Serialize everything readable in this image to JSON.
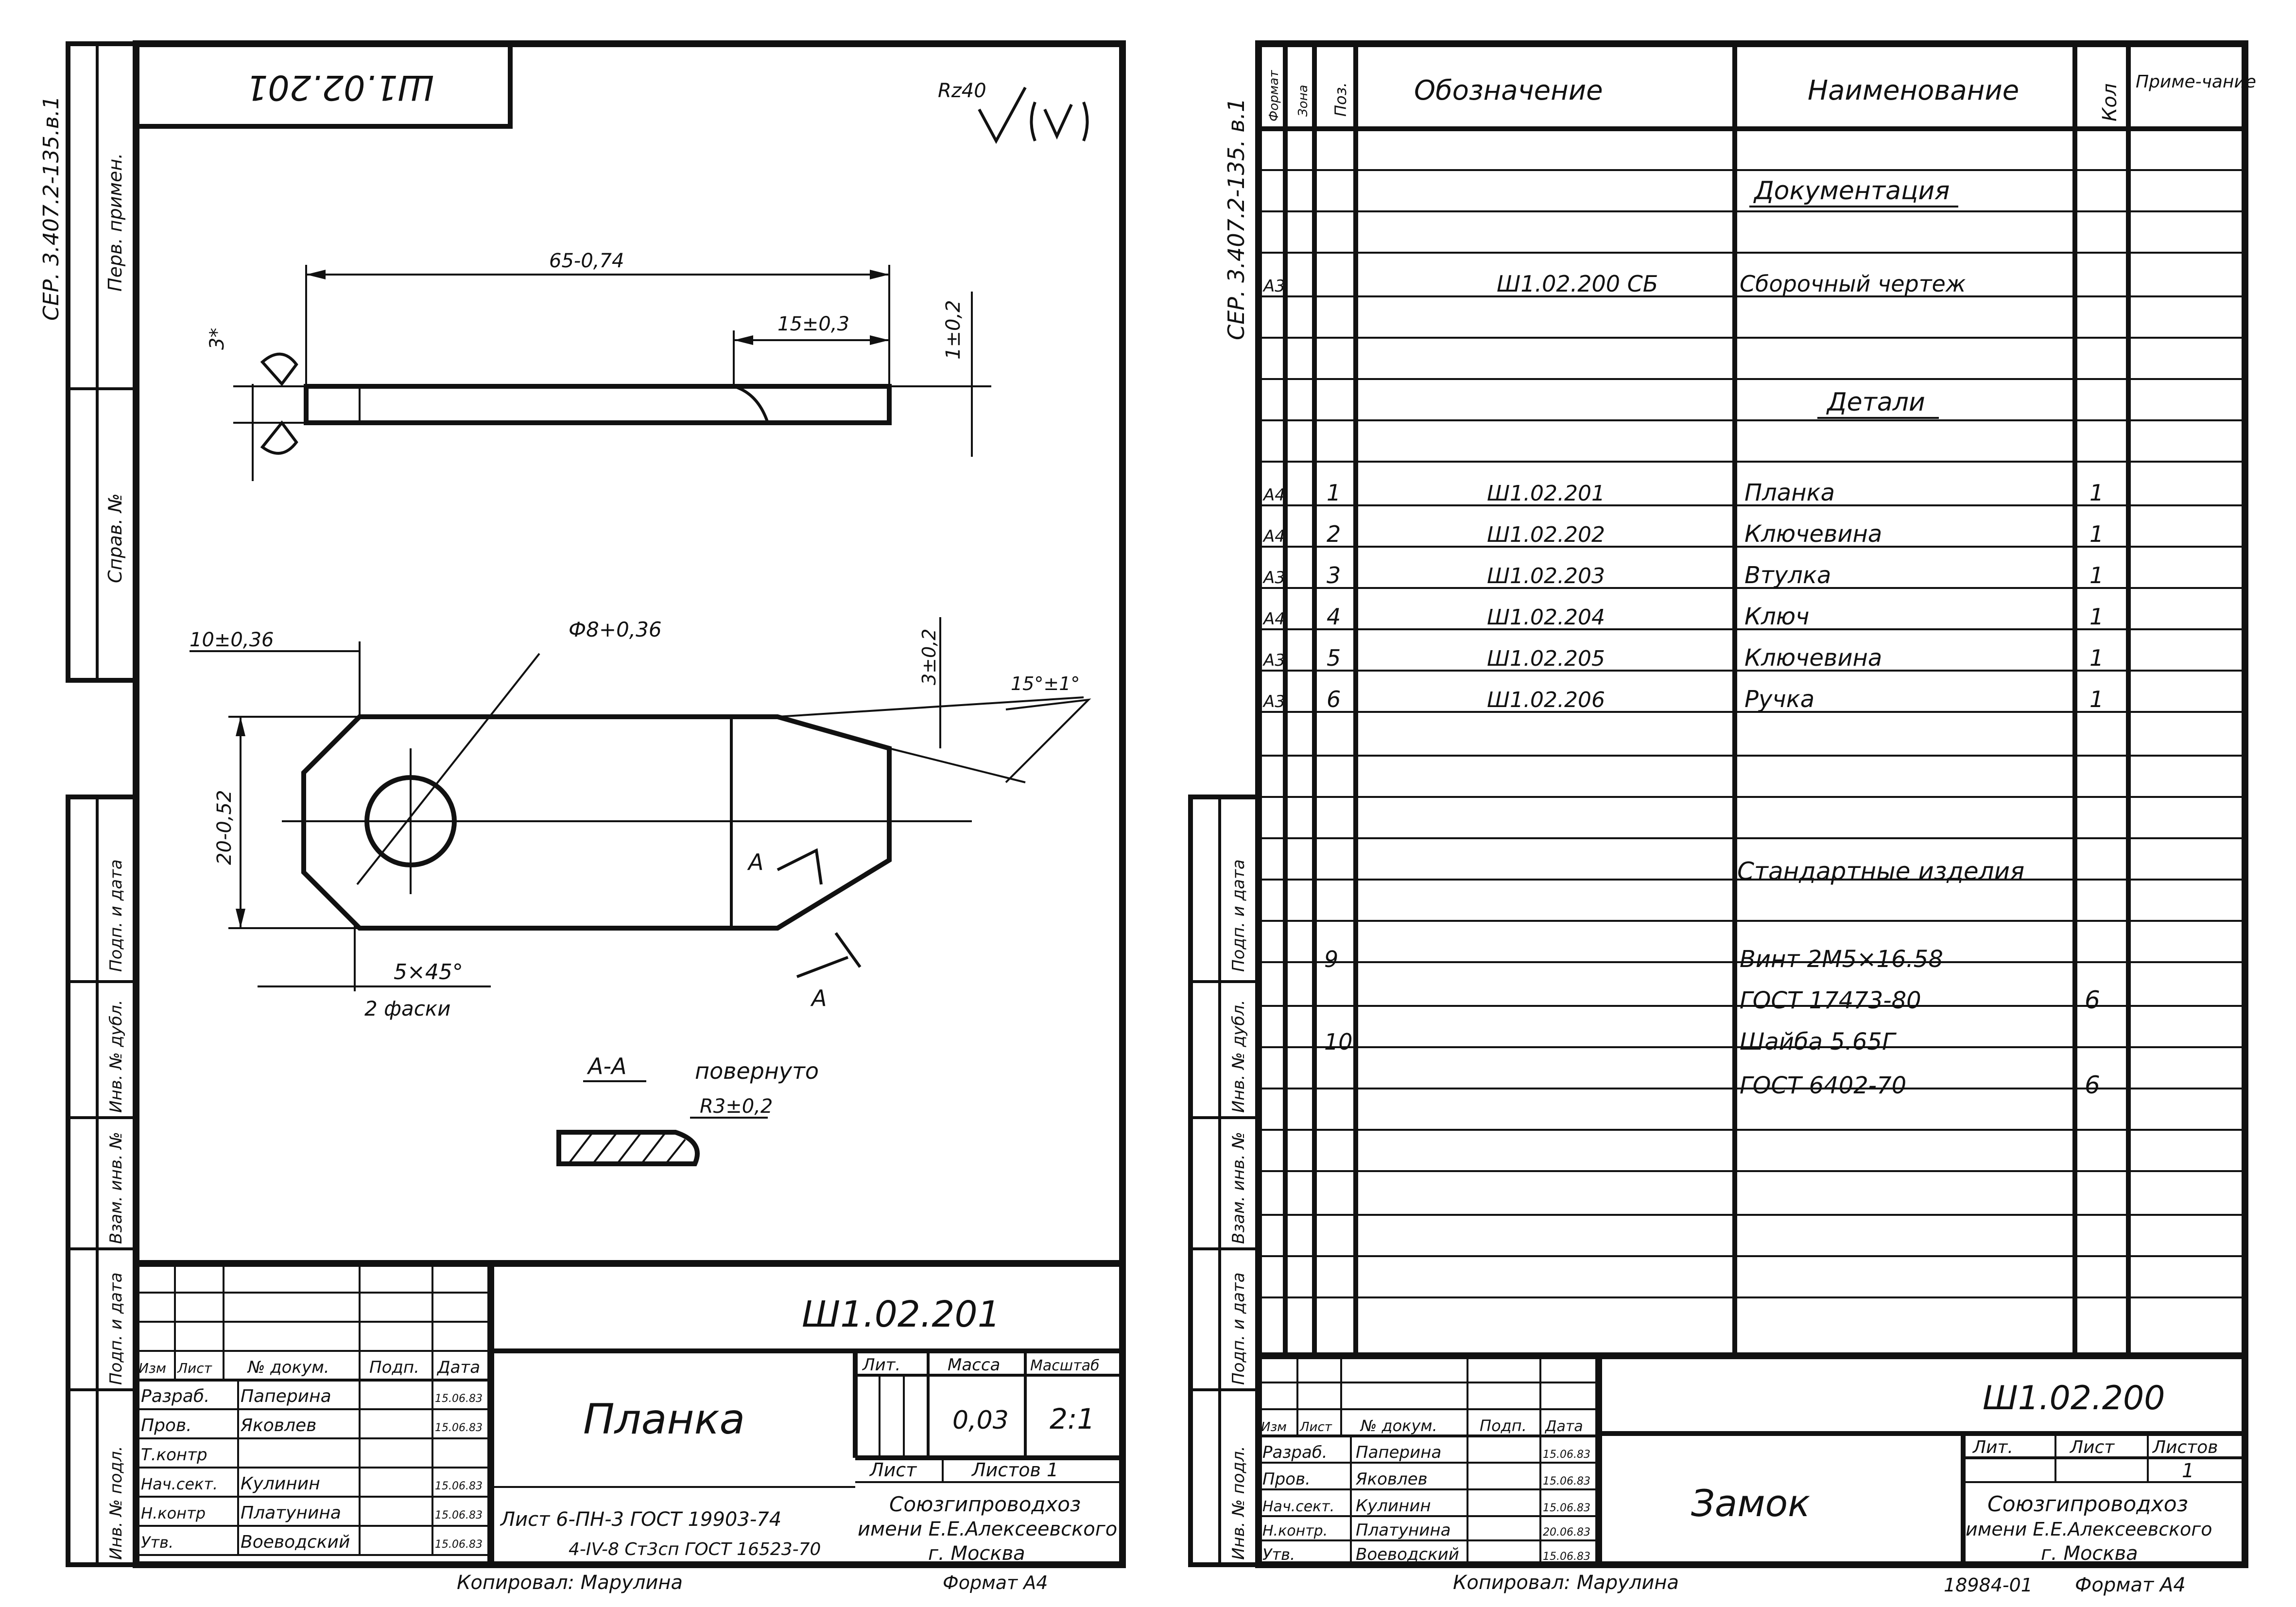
{
  "left_sheet": {
    "stamp_top": "Ш1.02.201",
    "roughness": {
      "value": "Rz40"
    },
    "series_code": "СЕР. 3.407.2-135.в.1",
    "side_labels": {
      "perv_primen": "Перв. примен.",
      "sprav_no": "Справ. №",
      "podp_data": "Подп. и дата",
      "inv_dubl": "Инв. № дубл.",
      "vzam_inv": "Взам. инв. №",
      "podp_data2": "Подп. и дата",
      "inv_podl": "Инв. № подл."
    },
    "dimensions": {
      "length": "65-0,74",
      "slot": "15±0,3",
      "thickness": "1±0,2",
      "weld": "3*",
      "offset": "10±0,36",
      "hole": "Ф8+0,36",
      "height_tol": "3±0,2",
      "angle": "15°±1°",
      "width": "20-0,52",
      "chamfer": "5×45°",
      "chamfer_note": "2 фаски",
      "section_letter_1": "А",
      "section_letter_2": "А",
      "section_label": "А-А",
      "section_note": "повернуто",
      "radius": "R3±0,2"
    },
    "title_block": {
      "designation": "Ш1.02.201",
      "name": "Планка",
      "headers": {
        "izm": "Изм",
        "list": "Лист",
        "doc_no": "№ докум.",
        "podp": "Подп.",
        "data": "Дата"
      },
      "rows": [
        {
          "role": "Разраб.",
          "person": "Паперина",
          "date": "15.06.83"
        },
        {
          "role": "Пров.",
          "person": "Яковлев",
          "date": "15.06.83"
        },
        {
          "role": "Т.контр",
          "person": "",
          "date": ""
        },
        {
          "role": "Нач.сект.",
          "person": "Кулинин",
          "date": "15.06.83"
        },
        {
          "role": "Н.контр",
          "person": "Платунина",
          "date": "15.06.83"
        },
        {
          "role": "Утв.",
          "person": "Воеводский",
          "date": "15.06.83"
        }
      ],
      "lit": "Лит.",
      "mass_label": "Масса",
      "scale_label": "Масштаб",
      "mass": "0,03",
      "scale": "2:1",
      "sheet_label": "Лист",
      "sheets_label": "Листов 1",
      "material_1": "Лист 6-ПН-3 ГОСТ 19903-74",
      "material_2": "4-IV-8 Ст3сп ГОСТ 16523-70",
      "org_1": "Союзгипроводхоз",
      "org_2": "имени Е.Е.Алексеевского",
      "org_3": "г. Москва",
      "copied": "Копировал: Марулина",
      "format": "Формат А4"
    }
  },
  "right_sheet": {
    "series_code": "СЕР. 3.407.2-135. в.1",
    "headers": {
      "format": "Формат",
      "zona": "Зона",
      "poz": "Поз.",
      "oboznachenie": "Обозначение",
      "naimenovanie": "Наименование",
      "kol": "Кол",
      "primechanie": "Приме-чание"
    },
    "sections": {
      "docs": "Документация",
      "parts": "Детали",
      "std": "Стандартные изделия"
    },
    "rows": [
      {
        "format": "А3",
        "poz": "",
        "oboz": "Ш1.02.200 СБ",
        "name": "Сборочный чертеж",
        "kol": ""
      },
      {
        "format": "А4",
        "poz": "1",
        "oboz": "Ш1.02.201",
        "name": "Планка",
        "kol": "1"
      },
      {
        "format": "А4",
        "poz": "2",
        "oboz": "Ш1.02.202",
        "name": "Ключевина",
        "kol": "1"
      },
      {
        "format": "А3",
        "poz": "3",
        "oboz": "Ш1.02.203",
        "name": "Втулка",
        "kol": "1"
      },
      {
        "format": "А4",
        "poz": "4",
        "oboz": "Ш1.02.204",
        "name": "Ключ",
        "kol": "1"
      },
      {
        "format": "А3",
        "poz": "5",
        "oboz": "Ш1.02.205",
        "name": "Ключевина",
        "kol": "1"
      },
      {
        "format": "А3",
        "poz": "6",
        "oboz": "Ш1.02.206",
        "name": "Ручка",
        "kol": "1"
      }
    ],
    "std_rows": [
      {
        "poz": "9",
        "name": "Винт 2М5×16.58",
        "kol": ""
      },
      {
        "poz": "",
        "name": "ГОСТ 17473-80",
        "kol": "6"
      },
      {
        "poz": "10",
        "name": "Шайба 5.65Г",
        "kol": ""
      },
      {
        "poz": "",
        "name": "ГОСТ 6402-70",
        "kol": "6"
      }
    ],
    "side_labels": {
      "podp_data": "Подп. и дата",
      "inv_dubl": "Инв. № дубл.",
      "vzam_inv": "Взам. инв. №",
      "podp_data2": "Подп. и дата",
      "inv_podl": "Инв. № подл."
    },
    "title_block": {
      "designation": "Ш1.02.200",
      "name": "Замок",
      "headers": {
        "izm": "Изм",
        "list": "Лист",
        "doc_no": "№ докум.",
        "podp": "Подп.",
        "data": "Дата"
      },
      "rows": [
        {
          "role": "Разраб.",
          "person": "Паперина",
          "date": "15.06.83"
        },
        {
          "role": "Пров.",
          "person": "Яковлев",
          "date": "15.06.83"
        },
        {
          "role": "Нач.сект.",
          "person": "Кулинин",
          "date": "15.06.83"
        },
        {
          "role": "Н.контр.",
          "person": "Платунина",
          "date": "20.06.83"
        },
        {
          "role": "Утв.",
          "person": "Воеводский",
          "date": "15.06.83"
        }
      ],
      "lit": "Лит.",
      "sheet_label": "Лист",
      "sheets_label": "Листов",
      "sheets": "1",
      "org_1": "Союзгипроводхоз",
      "org_2": "имени Е.Е.Алексеевского",
      "org_3": "г. Москва",
      "copied": "Копировал: Марулина",
      "archive": "18984-01",
      "format": "Формат А4"
    }
  }
}
